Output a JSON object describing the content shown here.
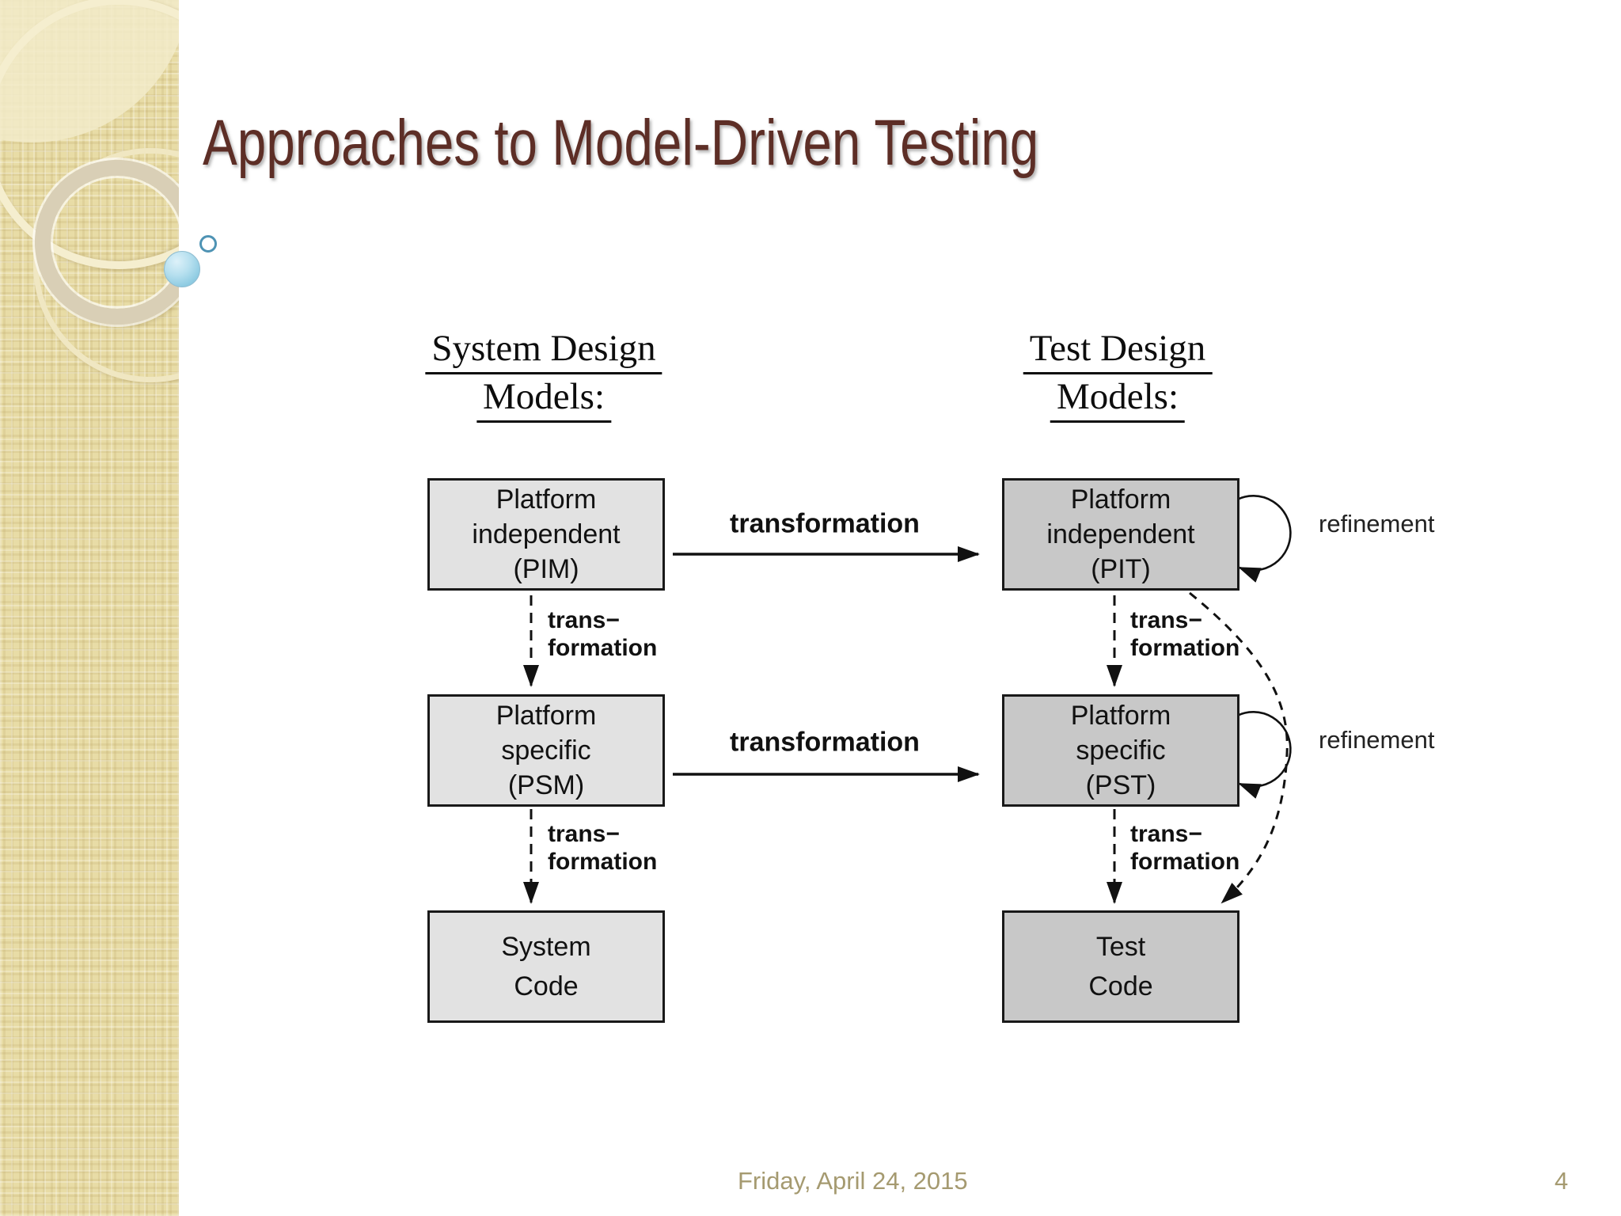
{
  "slide": {
    "title": "Approaches to Model-Driven Testing",
    "footer_date": "Friday, April 24, 2015",
    "page_number": "4"
  },
  "diagram": {
    "left_header": {
      "line1": "System Design",
      "line2": "Models:"
    },
    "right_header": {
      "line1": "Test Design",
      "line2": "Models:"
    },
    "boxes": {
      "pim": {
        "lines": [
          "Platform",
          "independent",
          "(PIM)"
        ]
      },
      "psm": {
        "lines": [
          "Platform",
          "specific",
          "(PSM)"
        ]
      },
      "system_code": {
        "lines": [
          "System",
          "Code"
        ]
      },
      "pit": {
        "lines": [
          "Platform",
          "independent",
          "(PIT)"
        ]
      },
      "pst": {
        "lines": [
          "Platform",
          "specific",
          "(PST)"
        ]
      },
      "test_code": {
        "lines": [
          "Test",
          "Code"
        ]
      }
    },
    "labels": {
      "transformation_row1": "transformation",
      "transformation_row2": "transformation",
      "trans_line1": "trans−",
      "trans_line2": "formation",
      "refinement_row1": "refinement",
      "refinement_row2": "refinement"
    },
    "colors": {
      "left_box_fill": "#e2e2e2",
      "right_box_fill": "#c8c8c8",
      "box_border": "#191919",
      "title_color": "#5d2e26",
      "footer_color": "#a59a70",
      "arrow_color": "#111111"
    }
  }
}
